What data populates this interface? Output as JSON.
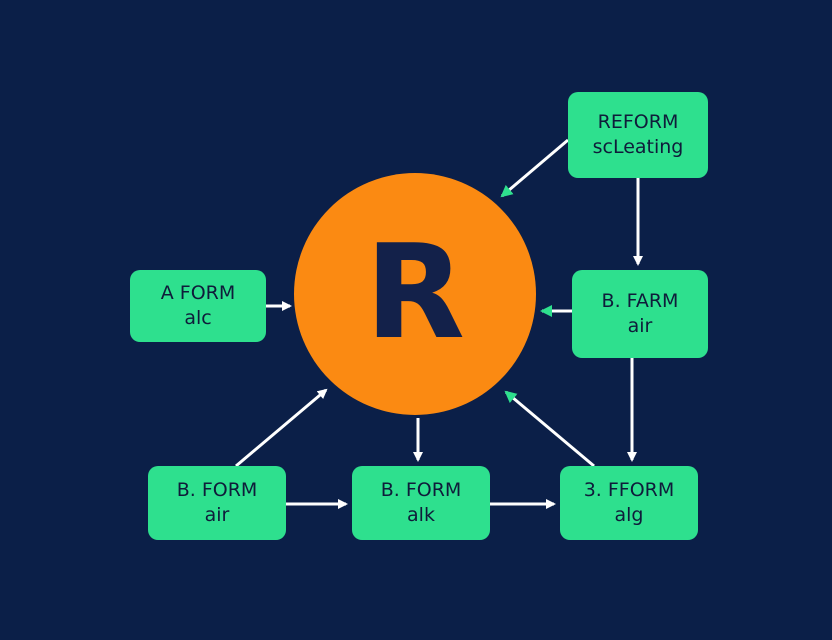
{
  "diagram": {
    "hub": {
      "letter": "R"
    },
    "nodes": {
      "reform": {
        "line1": "REFORM",
        "line2": "scLeating"
      },
      "a_form": {
        "line1": "A  FORM",
        "line2": "alc"
      },
      "b_farm": {
        "line1": "B. FARM",
        "line2": "air"
      },
      "b_form_air": {
        "line1": "B. FORM",
        "line2": "air"
      },
      "b_form_alk": {
        "line1": "B. FORM",
        "line2": "alk"
      },
      "ffform": {
        "line1": "3. FFORM",
        "line2": "alg"
      }
    },
    "colors": {
      "background": "#0b1f48",
      "hub": "#fb8a12",
      "node": "#2ee08e",
      "arrow": "#ffffff",
      "arrow_head_accent": "#2ee08e",
      "text_dark": "#0f1c3a"
    }
  }
}
